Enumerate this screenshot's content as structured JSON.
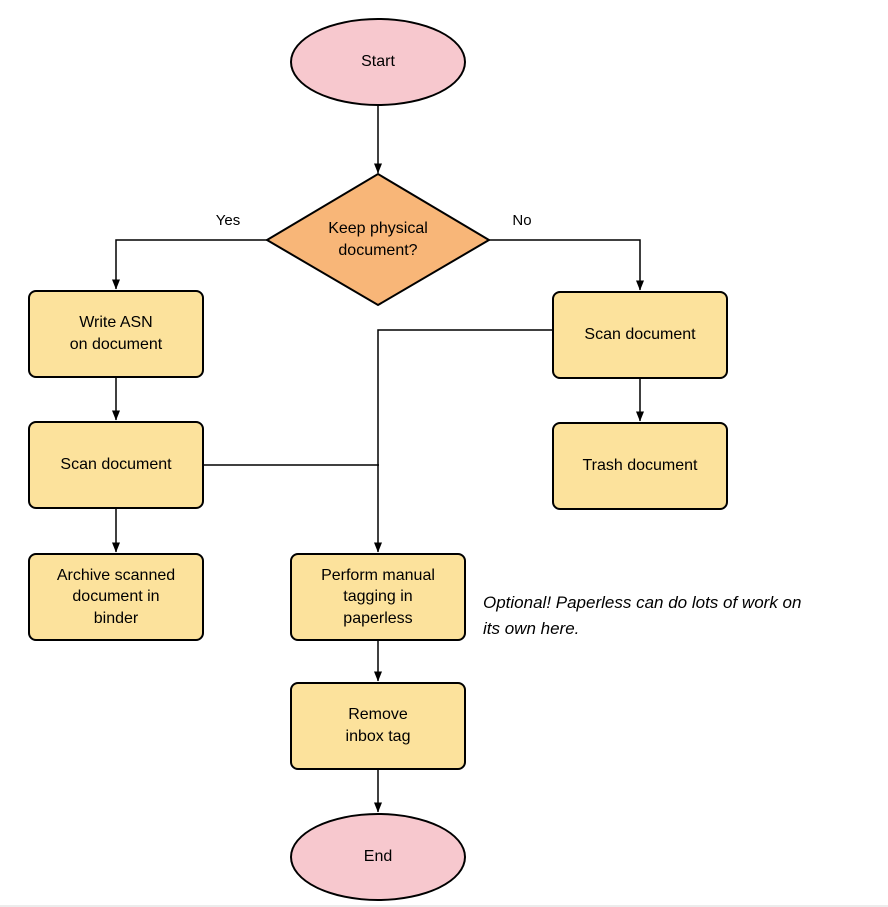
{
  "colors": {
    "background": "#FFFFFF",
    "terminator_fill": "#F7C8CE",
    "decision_fill": "#F8B678",
    "process_fill": "#FCE29C",
    "stroke": "#000000"
  },
  "nodes": {
    "start": {
      "label": "Start"
    },
    "decision": {
      "label": "Keep physical\ndocument?"
    },
    "write_asn": {
      "label": "Write ASN\non document"
    },
    "scan_right": {
      "label": "Scan document"
    },
    "scan_left": {
      "label": "Scan document"
    },
    "trash": {
      "label": "Trash document"
    },
    "archive": {
      "label": "Archive scanned\ndocument in\nbinder"
    },
    "tagging": {
      "label": "Perform manual\ntagging in\npaperless"
    },
    "remove_tag": {
      "label": "Remove\ninbox tag"
    },
    "end": {
      "label": "End"
    }
  },
  "edge_labels": {
    "yes": "Yes",
    "no": "No"
  },
  "annotation": "Optional! Paperless can do lots of work on\nits own here."
}
